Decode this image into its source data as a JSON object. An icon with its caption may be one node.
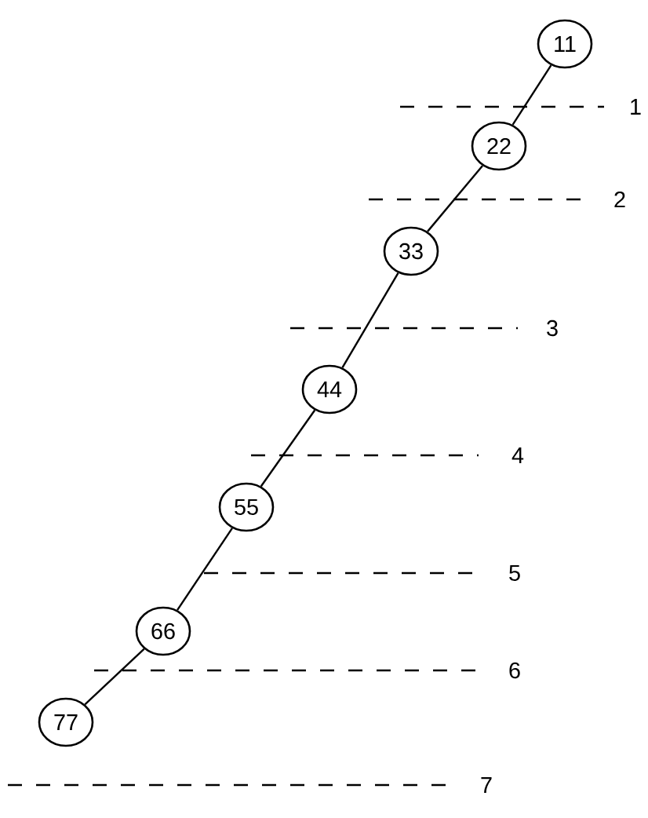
{
  "diagram": {
    "nodes": [
      {
        "text": [
          "11"
        ]
      },
      {
        "text": [
          "22"
        ]
      },
      {
        "text": [
          "33"
        ]
      },
      {
        "text": [
          "44"
        ]
      },
      {
        "text": [
          "55"
        ]
      },
      {
        "text": [
          "66"
        ]
      },
      {
        "text": [
          "77"
        ]
      }
    ],
    "edges": [
      {
        "from": 0,
        "to": 1,
        "arrow": "none"
      },
      {
        "from": 1,
        "to": 2,
        "arrow": "none"
      },
      {
        "from": 2,
        "to": 3,
        "arrow": "none"
      },
      {
        "from": 3,
        "to": 4,
        "arrow": "none"
      },
      {
        "from": 4,
        "to": 5,
        "arrow": "none"
      },
      {
        "from": 5,
        "to": 6,
        "arrow": "none"
      }
    ],
    "labels": [
      "1",
      "2",
      "3",
      "4",
      "5",
      "6",
      "7"
    ]
  }
}
